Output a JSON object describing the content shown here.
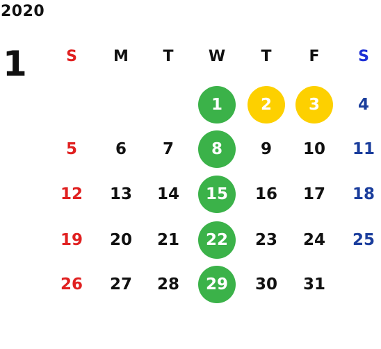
{
  "year": "2020",
  "month": "1",
  "colors": {
    "sunday": "#e02020",
    "saturday_header": "#1d2fd6",
    "saturday": "#1a3d9c",
    "weekday": "#111111",
    "green_mark": "#3bb249",
    "yellow_mark": "#fdd000"
  },
  "weekdays": [
    {
      "label": "S"
    },
    {
      "label": "M"
    },
    {
      "label": "T"
    },
    {
      "label": "W"
    },
    {
      "label": "T"
    },
    {
      "label": "F"
    },
    {
      "label": "S"
    }
  ],
  "weeks": [
    [
      {
        "day": ""
      },
      {
        "day": ""
      },
      {
        "day": ""
      },
      {
        "day": "1",
        "mark": "green"
      },
      {
        "day": "2",
        "mark": "yellow"
      },
      {
        "day": "3",
        "mark": "yellow"
      },
      {
        "day": "4"
      }
    ],
    [
      {
        "day": "5"
      },
      {
        "day": "6"
      },
      {
        "day": "7"
      },
      {
        "day": "8",
        "mark": "green"
      },
      {
        "day": "9"
      },
      {
        "day": "10"
      },
      {
        "day": "11"
      }
    ],
    [
      {
        "day": "12"
      },
      {
        "day": "13"
      },
      {
        "day": "14"
      },
      {
        "day": "15",
        "mark": "green"
      },
      {
        "day": "16"
      },
      {
        "day": "17"
      },
      {
        "day": "18"
      }
    ],
    [
      {
        "day": "19"
      },
      {
        "day": "20"
      },
      {
        "day": "21"
      },
      {
        "day": "22",
        "mark": "green"
      },
      {
        "day": "23"
      },
      {
        "day": "24"
      },
      {
        "day": "25"
      }
    ],
    [
      {
        "day": "26"
      },
      {
        "day": "27"
      },
      {
        "day": "28"
      },
      {
        "day": "29",
        "mark": "green"
      },
      {
        "day": "30"
      },
      {
        "day": "31"
      },
      {
        "day": ""
      }
    ]
  ]
}
